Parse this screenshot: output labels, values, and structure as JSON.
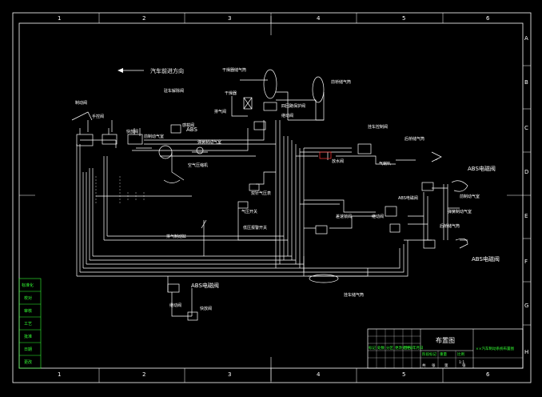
{
  "colors": {
    "background": "#000000",
    "frame": "#ffffff",
    "accent": "#33ff33",
    "highlight": "#ff3333"
  },
  "border": {
    "top_columns": [
      "1",
      "2",
      "3",
      "4",
      "5",
      "6"
    ],
    "bottom_columns": [
      "1",
      "2",
      "3",
      "4",
      "5",
      "6"
    ],
    "right_rows": [
      "A",
      "B",
      "C",
      "D",
      "E",
      "F",
      "G",
      "H"
    ]
  },
  "direction_label": "汽车前进方向",
  "labels": {
    "dryer_tank": "干燥器储气筒",
    "dryer": "干燥器",
    "four_circuit_valve": "四回路保护阀",
    "relay_valve": "继动阀",
    "front_tank": "前桥储气筒",
    "parking_release_valve": "驻车解除阀",
    "exhaust_valve": "排气阀",
    "brake_valve": "制动阀",
    "front_brake_chamber": "前制动气室",
    "rear_tank": "后桥储气筒",
    "parking_valve": "手控阀",
    "quick_release_valve": "快放阀",
    "load_valve": "感载阀",
    "spring_chamber": "弹簧制动气室",
    "trailer_valve": "挂车控制阀",
    "abs_valve_rear": "ABS电磁阀",
    "gauge": "双针气压表",
    "pressure_switch": "气压开关",
    "compressor": "空气压缩机",
    "alarm_switch": "低压报警开关",
    "horn": "气喇叭",
    "drain_valve": "放水阀",
    "trailer_tank": "挂车储气筒",
    "relay_valve_rear": "继动阀",
    "diff_lock_valve": "差速锁阀",
    "exhaust_brake": "排气制动缸",
    "front_chamber_low": "前制动气室"
  },
  "abs_labels": [
    "ABS",
    "ABS电磁阀",
    "ABS电磁阀",
    "ABS电磁阀"
  ],
  "side_table": [
    "标准化",
    "校对",
    "审核",
    "工艺",
    "批准",
    "日期",
    "更改"
  ],
  "title_block": {
    "title": "布置图",
    "drawing_name": "××汽车制动系统布置图",
    "header_left": [
      "标记",
      "处数",
      "分区",
      "更改文件号",
      "签名",
      "年月日"
    ],
    "header_mid": [
      "阶段标记",
      "重量",
      "比例"
    ],
    "scale": "1:1",
    "sheet": [
      "共",
      "张",
      "第",
      "张"
    ]
  }
}
